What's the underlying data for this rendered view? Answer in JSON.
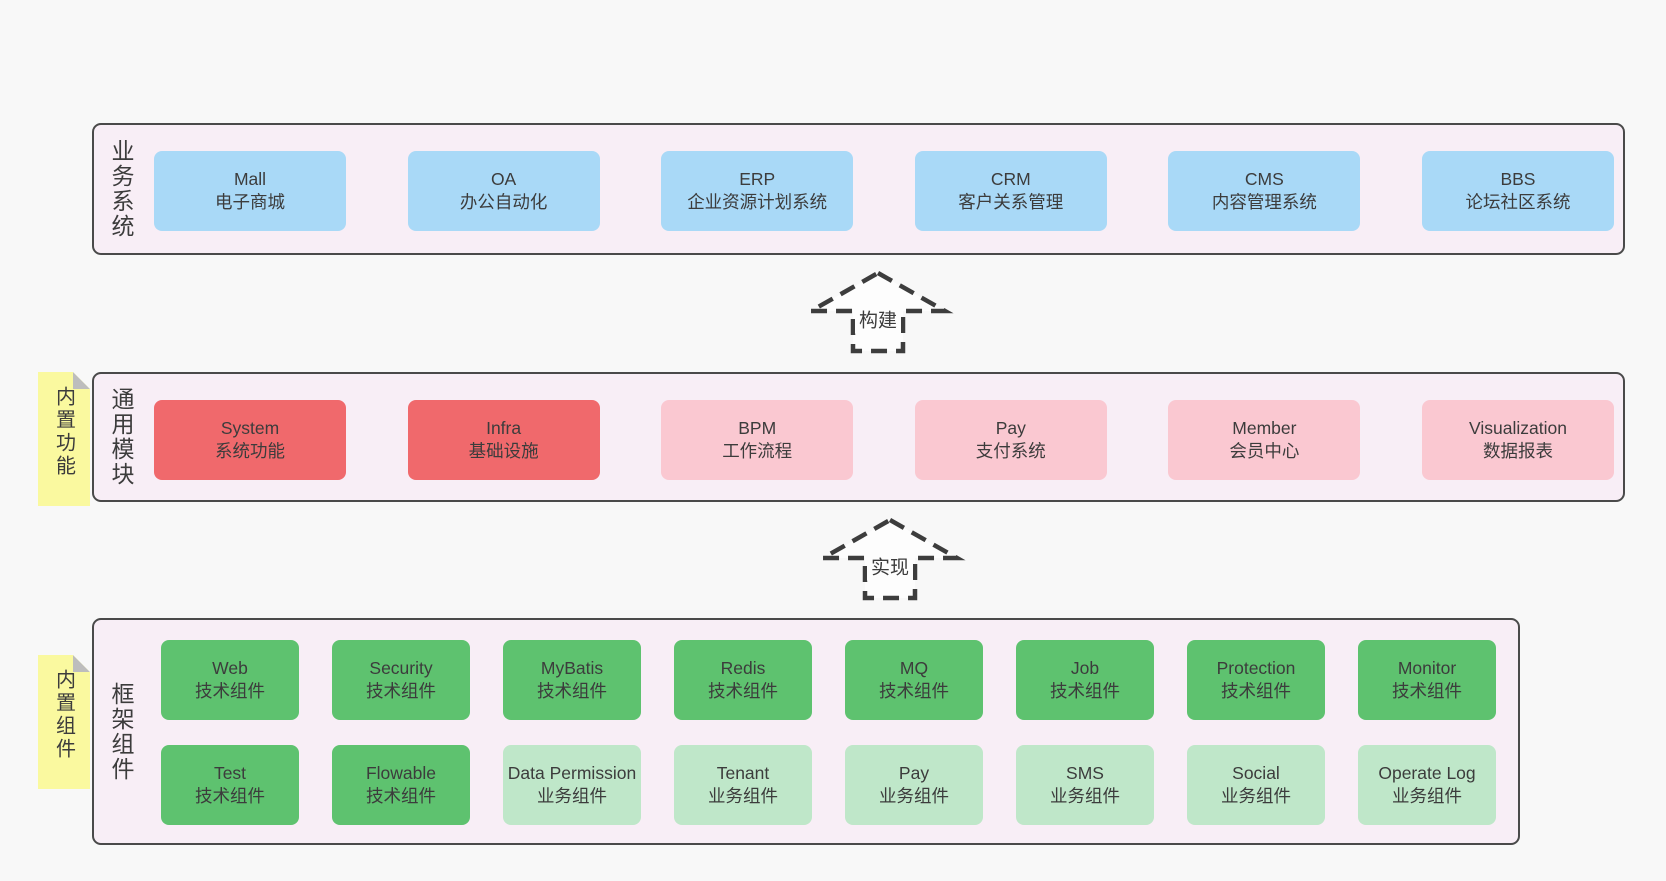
{
  "palette": {
    "page_bg": "#f8f8f8",
    "panel_bg": "#f8eef6",
    "panel_border": "#4a4a4a",
    "text": "#3c3c3c",
    "blue": "#a9d9f7",
    "red": "#f0696c",
    "pink": "#fac8d1",
    "green": "#5ec26f",
    "light_green": "#bfe7c9",
    "note_yellow": "#faf99f",
    "note_fold": "#bdbdbd",
    "arrow": "#3d3d3d"
  },
  "bands": [
    {
      "id": "business-systems",
      "label": "业务系统",
      "note": null,
      "rows": [
        [
          {
            "title": "Mall",
            "subtitle": "电子商城",
            "color": "blue"
          },
          {
            "title": "OA",
            "subtitle": "办公自动化",
            "color": "blue"
          },
          {
            "title": "ERP",
            "subtitle": "企业资源计划系统",
            "color": "blue"
          },
          {
            "title": "CRM",
            "subtitle": "客户关系管理",
            "color": "blue"
          },
          {
            "title": "CMS",
            "subtitle": "内容管理系统",
            "color": "blue"
          },
          {
            "title": "BBS",
            "subtitle": "论坛社区系统",
            "color": "blue"
          }
        ]
      ]
    },
    {
      "id": "common-modules",
      "label": "通用模块",
      "note": "内置功能",
      "rows": [
        [
          {
            "title": "System",
            "subtitle": "系统功能",
            "color": "red"
          },
          {
            "title": "Infra",
            "subtitle": "基础设施",
            "color": "red"
          },
          {
            "title": "BPM",
            "subtitle": "工作流程",
            "color": "pink"
          },
          {
            "title": "Pay",
            "subtitle": "支付系统",
            "color": "pink"
          },
          {
            "title": "Member",
            "subtitle": "会员中心",
            "color": "pink"
          },
          {
            "title": "Visualization",
            "subtitle": "数据报表",
            "color": "pink"
          }
        ]
      ]
    },
    {
      "id": "framework-components",
      "label": "框架组件",
      "note": "内置组件",
      "rows": [
        [
          {
            "title": "Web",
            "subtitle": "技术组件",
            "color": "green"
          },
          {
            "title": "Security",
            "subtitle": "技术组件",
            "color": "green"
          },
          {
            "title": "MyBatis",
            "subtitle": "技术组件",
            "color": "green"
          },
          {
            "title": "Redis",
            "subtitle": "技术组件",
            "color": "green"
          },
          {
            "title": "MQ",
            "subtitle": "技术组件",
            "color": "green"
          },
          {
            "title": "Job",
            "subtitle": "技术组件",
            "color": "green"
          },
          {
            "title": "Protection",
            "subtitle": "技术组件",
            "color": "green"
          },
          {
            "title": "Monitor",
            "subtitle": "技术组件",
            "color": "green"
          }
        ],
        [
          {
            "title": "Test",
            "subtitle": "技术组件",
            "color": "green"
          },
          {
            "title": "Flowable",
            "subtitle": "技术组件",
            "color": "green"
          },
          {
            "title": "Data Permission",
            "subtitle": "业务组件",
            "color": "light_green"
          },
          {
            "title": "Tenant",
            "subtitle": "业务组件",
            "color": "light_green"
          },
          {
            "title": "Pay",
            "subtitle": "业务组件",
            "color": "light_green"
          },
          {
            "title": "SMS",
            "subtitle": "业务组件",
            "color": "light_green"
          },
          {
            "title": "Social",
            "subtitle": "业务组件",
            "color": "light_green"
          },
          {
            "title": "Operate Log",
            "subtitle": "业务组件",
            "color": "light_green"
          }
        ]
      ]
    }
  ],
  "arrows": [
    {
      "label": "构建"
    },
    {
      "label": "实现"
    }
  ]
}
